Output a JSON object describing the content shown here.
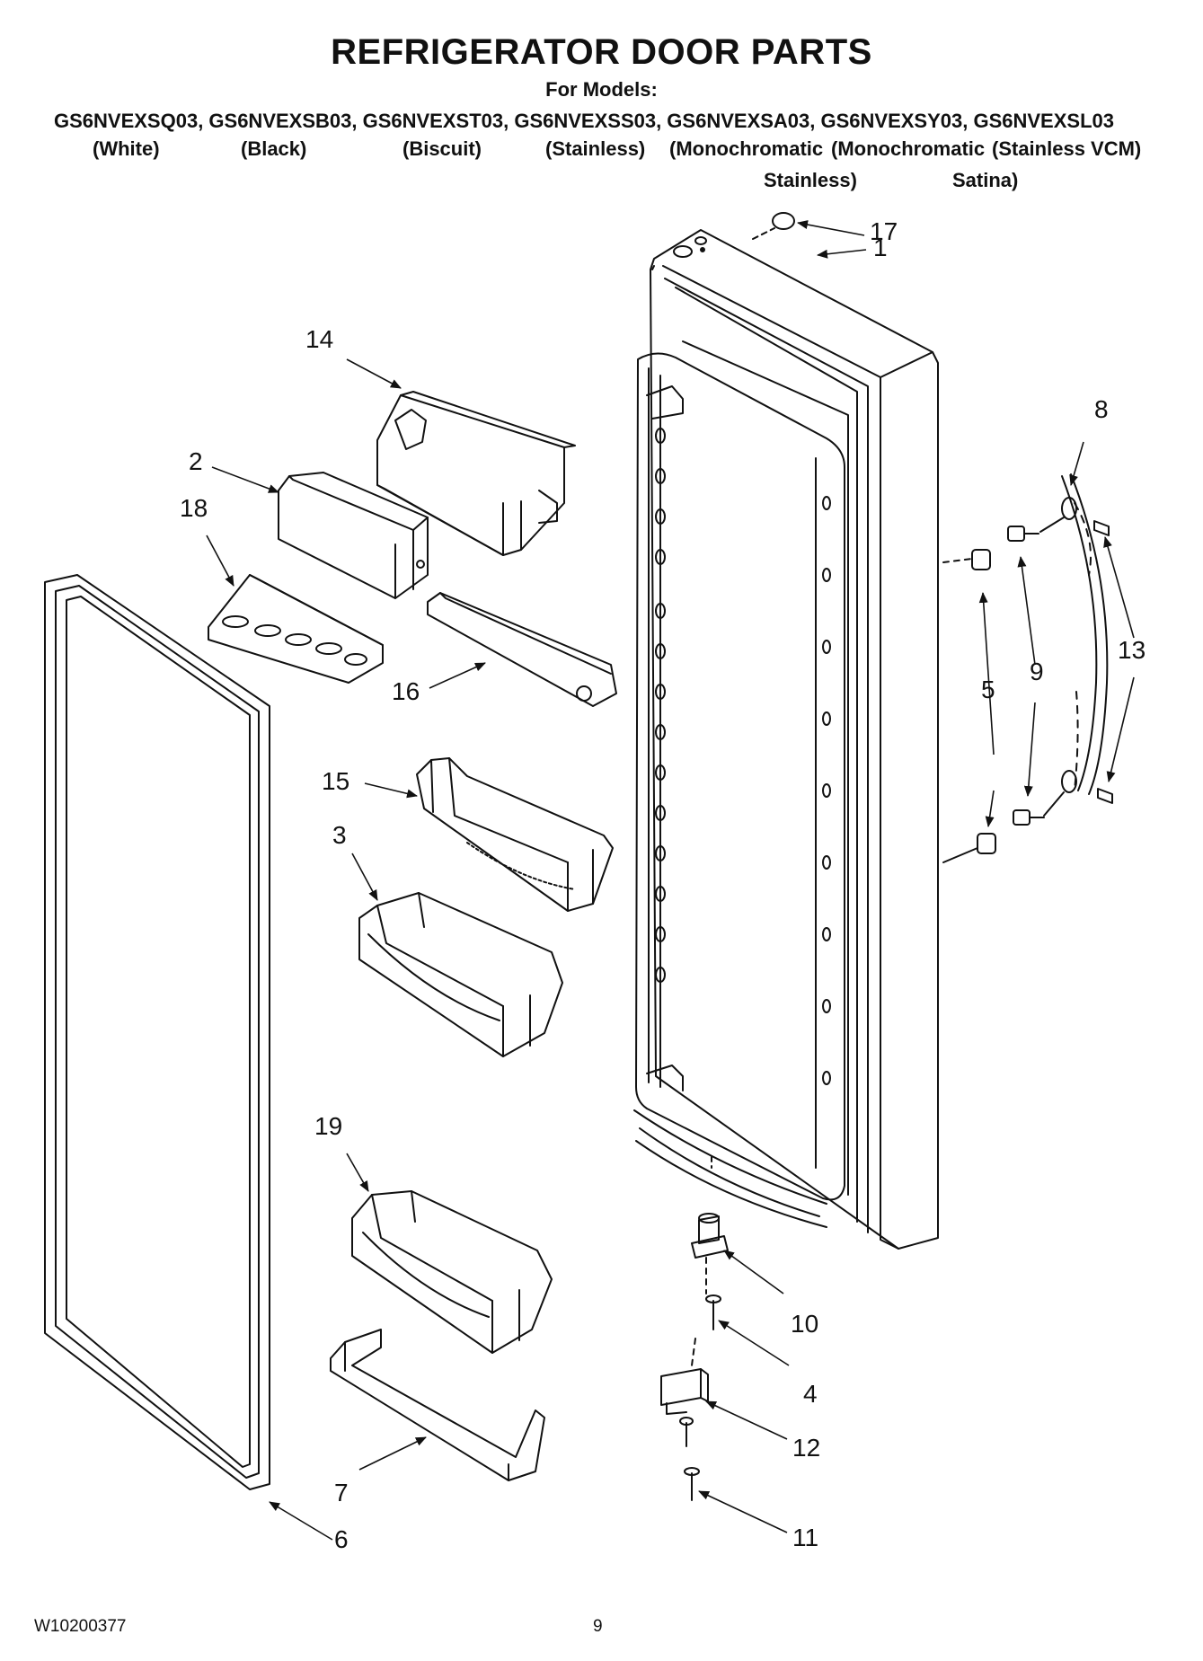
{
  "header": {
    "title": "REFRIGERATOR DOOR PARTS",
    "for_models": "For Models:",
    "models_line": "GS6NVEXSQ03, GS6NVEXSB03, GS6NVEXST03, GS6NVEXSS03, GS6NVEXSA03, GS6NVEXSY03, GS6NVEXSL03",
    "finishes": [
      "(White)",
      "(Black)",
      "(Biscuit)",
      "(Stainless)",
      "(Monochromatic",
      "(Monochromatic",
      "(Stainless VCM)"
    ],
    "finishes_line2": [
      "Stainless)",
      "Satina)"
    ]
  },
  "callouts": {
    "c1": "1",
    "c2": "2",
    "c3": "3",
    "c4": "4",
    "c5": "5",
    "c6": "6",
    "c7": "7",
    "c8": "8",
    "c9": "9",
    "c10": "10",
    "c11": "11",
    "c12": "12",
    "c13": "13",
    "c14": "14",
    "c15": "15",
    "c16": "16",
    "c17": "17",
    "c18": "18",
    "c19": "19"
  },
  "footer": {
    "doc_code": "W10200377",
    "page": "9"
  }
}
